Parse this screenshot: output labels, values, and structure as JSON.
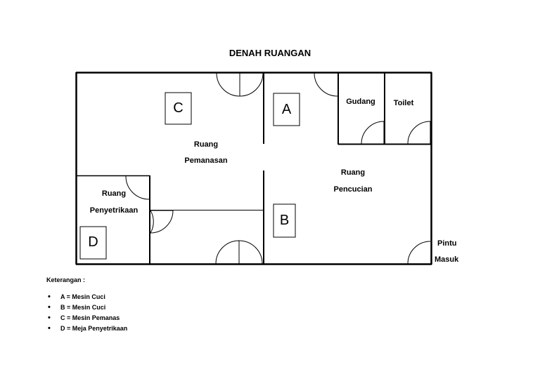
{
  "title": "DENAH RUANGAN",
  "rooms": {
    "pemanasan_line1": "Ruang",
    "pemanasan_line2": "Pemanasan",
    "pencucian_line1": "Ruang",
    "pencucian_line2": "Pencucian",
    "penyetrikaan_line1": "Ruang",
    "penyetrikaan_line2": "Penyetrikaan",
    "gudang": "Gudang",
    "toilet": "Toilet",
    "pintu_line1": "Pintu",
    "pintu_line2": "Masuk"
  },
  "markers": {
    "a": "A",
    "b": "B",
    "c": "C",
    "d": "D"
  },
  "legend": {
    "title": "Keterangan :",
    "items": [
      "A = Mesin Cuci",
      "B = Mesin Cuci",
      "C = Mesin Pemanas",
      "D = Meja Penyetrikaan"
    ]
  }
}
